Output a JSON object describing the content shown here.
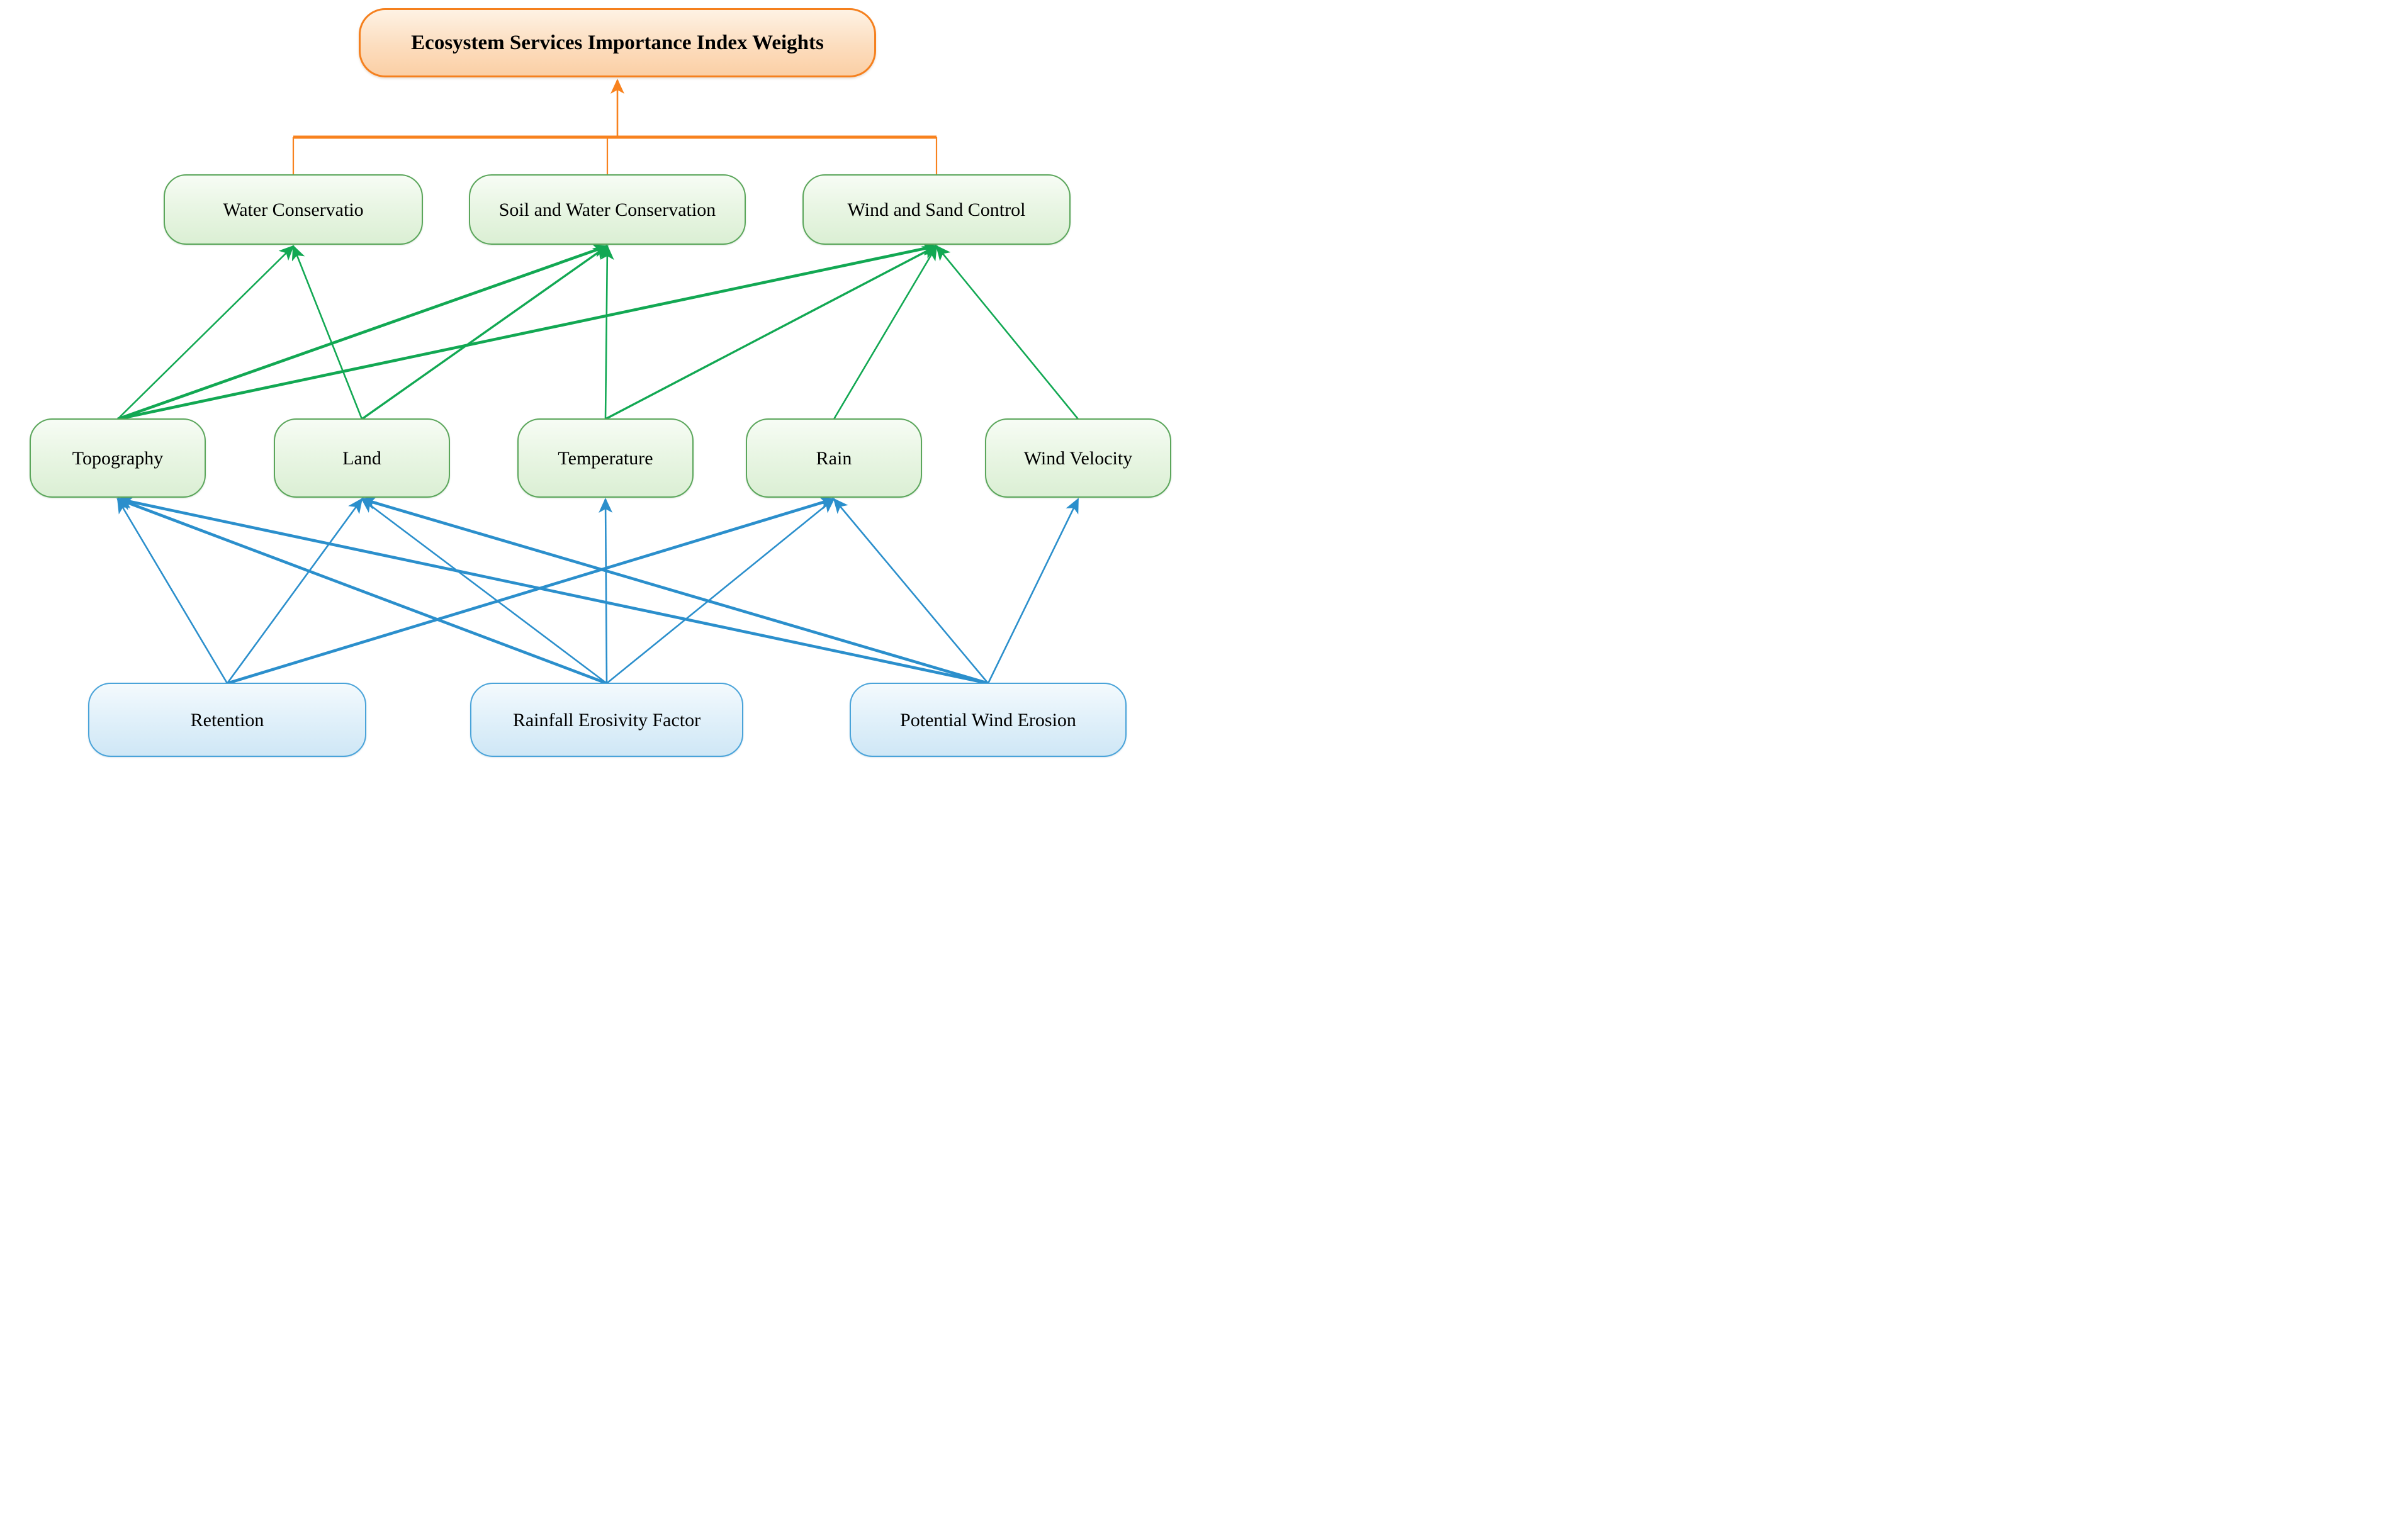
{
  "figure": {
    "title": "Ecosystem Services Importance Index Weights",
    "colors": {
      "orange_line": "#F8821E",
      "green_line": "#12A853",
      "blue_line": "#2B8FCC",
      "goal_border": "#F5801E",
      "green_box_border": "#5BA65B",
      "blue_box_border": "#49A3D9",
      "text": "#000000",
      "background": "#FFFFFF"
    },
    "nodes": {
      "esiw": {
        "label": "Ecosystem Services Importance Index Weights",
        "level": "goal"
      },
      "water_conservation": {
        "label": "Water Conservatio",
        "level": "criteria"
      },
      "soil_water_conservation": {
        "label": "Soil and Water Conservation",
        "level": "criteria"
      },
      "wind_sand_control": {
        "label": "Wind and Sand Control",
        "level": "criteria"
      },
      "topography": {
        "label": "Topography",
        "level": "factor"
      },
      "land": {
        "label": "Land",
        "level": "factor"
      },
      "temperature": {
        "label": "Temperature",
        "level": "factor"
      },
      "rain": {
        "label": "Rain",
        "level": "factor"
      },
      "wind_velocity": {
        "label": "Wind Velocity",
        "level": "factor"
      },
      "retention": {
        "label": "Retention",
        "level": "indicator"
      },
      "rainfall_erosivity": {
        "label": "Rainfall Erosivity Factor",
        "level": "indicator"
      },
      "potential_wind_erosion": {
        "label": "Potential Wind Erosion",
        "level": "indicator"
      }
    },
    "orange_connector": {
      "to": "esiw",
      "from": [
        "water_conservation",
        "soil_water_conservation",
        "wind_sand_control"
      ]
    },
    "green_edges": [
      {
        "from": "topography",
        "to": "water_conservation",
        "weight": "thin"
      },
      {
        "from": "topography",
        "to": "soil_water_conservation",
        "weight": "thick"
      },
      {
        "from": "topography",
        "to": "wind_sand_control",
        "weight": "thick"
      },
      {
        "from": "land",
        "to": "water_conservation",
        "weight": "thin"
      },
      {
        "from": "land",
        "to": "soil_water_conservation",
        "weight": "medium"
      },
      {
        "from": "temperature",
        "to": "soil_water_conservation",
        "weight": "thin"
      },
      {
        "from": "temperature",
        "to": "wind_sand_control",
        "weight": "medium"
      },
      {
        "from": "rain",
        "to": "wind_sand_control",
        "weight": "thin"
      },
      {
        "from": "wind_velocity",
        "to": "wind_sand_control",
        "weight": "thin"
      }
    ],
    "blue_edges": [
      {
        "from": "retention",
        "to": "topography",
        "weight": "thin"
      },
      {
        "from": "retention",
        "to": "land",
        "weight": "thin"
      },
      {
        "from": "retention",
        "to": "rain",
        "weight": "thick"
      },
      {
        "from": "rainfall_erosivity",
        "to": "topography",
        "weight": "thick"
      },
      {
        "from": "rainfall_erosivity",
        "to": "land",
        "weight": "thin"
      },
      {
        "from": "rainfall_erosivity",
        "to": "temperature",
        "weight": "thin"
      },
      {
        "from": "rainfall_erosivity",
        "to": "rain",
        "weight": "thin"
      },
      {
        "from": "potential_wind_erosion",
        "to": "topography",
        "weight": "thick"
      },
      {
        "from": "potential_wind_erosion",
        "to": "land",
        "weight": "thick"
      },
      {
        "from": "potential_wind_erosion",
        "to": "rain",
        "weight": "thin"
      },
      {
        "from": "potential_wind_erosion",
        "to": "wind_velocity",
        "weight": "thin"
      }
    ]
  }
}
